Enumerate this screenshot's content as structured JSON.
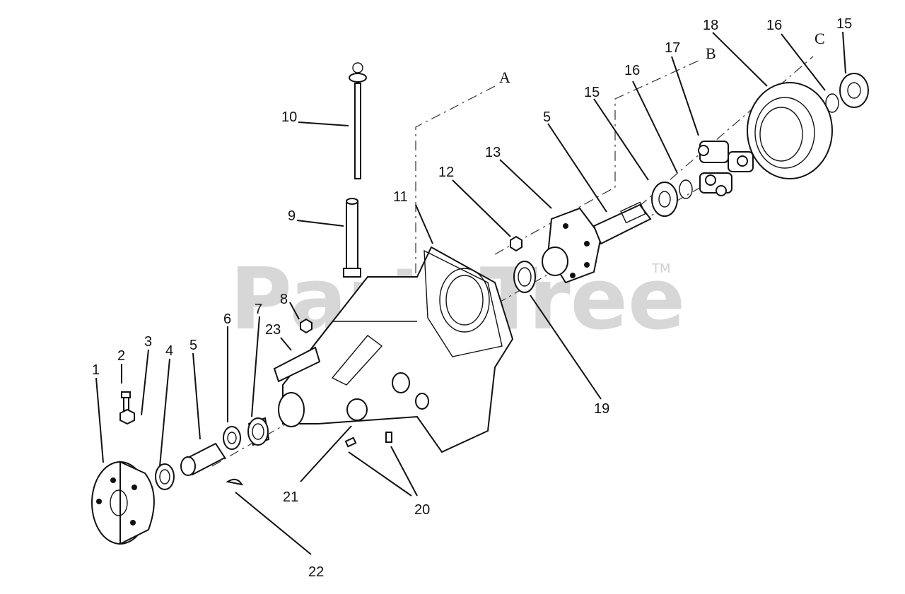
{
  "watermark": {
    "text": "PartsTree",
    "trademark": "TM"
  },
  "reference_letters": [
    "A",
    "B",
    "C"
  ],
  "callouts": [
    "1",
    "2",
    "3",
    "4",
    "5",
    "6",
    "7",
    "8",
    "23",
    "5",
    "9",
    "10",
    "11",
    "12",
    "13",
    "15",
    "16",
    "17",
    "18",
    "16",
    "15",
    "19",
    "21",
    "20",
    "22"
  ]
}
